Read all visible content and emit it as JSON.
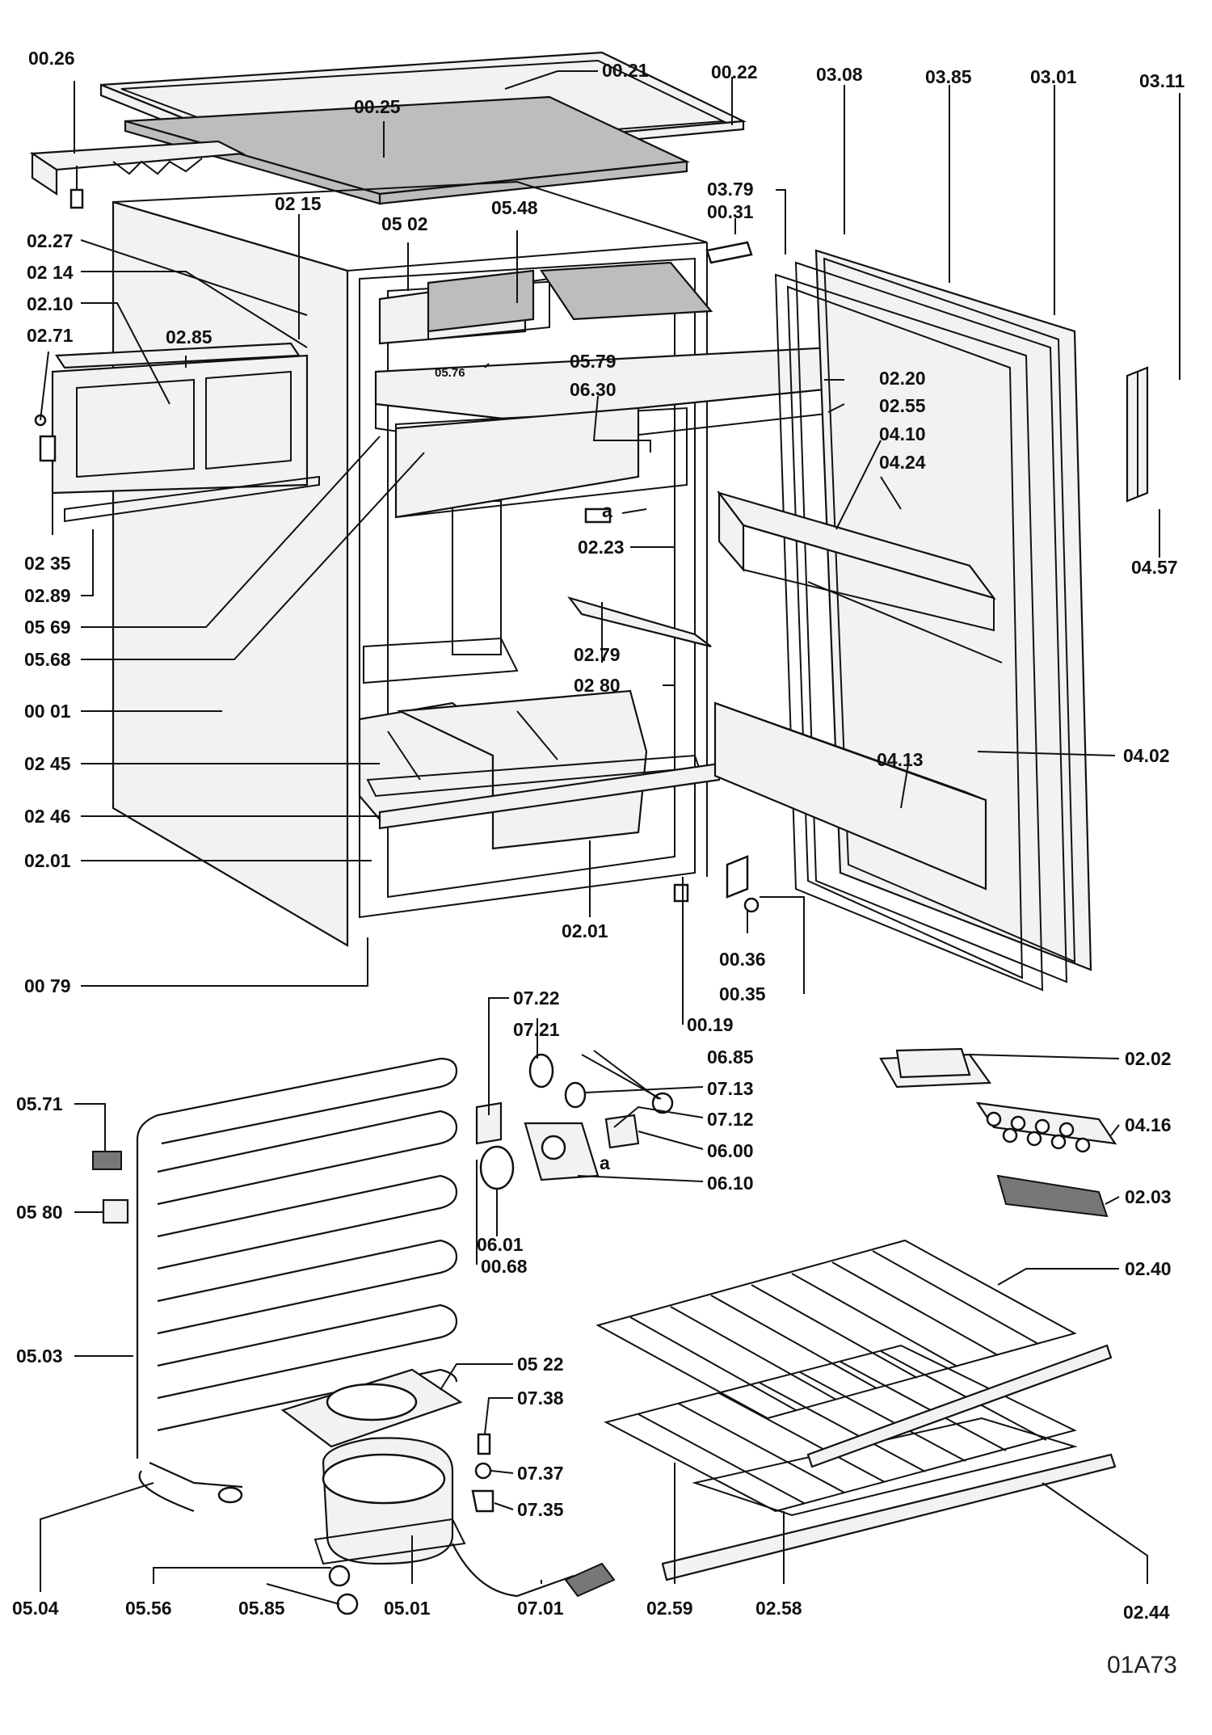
{
  "diagram": {
    "code": "01A73",
    "labels": [
      "00.26",
      "00.21",
      "00.22",
      "03.08",
      "03.85",
      "03.01",
      "03.11",
      "00.25",
      "03.79",
      "00.31",
      "02 15",
      "05 02",
      "05.48",
      "02.27",
      "02 14",
      "02.10",
      "02.71",
      "02.85",
      "05.76",
      "05.79",
      "06.30",
      "02.20",
      "02.55",
      "04.10",
      "04.24",
      "04.57",
      "02 35",
      "02.89",
      "05 69",
      "05.68",
      "a",
      "02.23",
      "02.79",
      "02 80",
      "00 01",
      "04.13",
      "04.02",
      "02 45",
      "02 46",
      "02.01",
      "02.01",
      "00.36",
      "00.35",
      "00 79",
      "00.19",
      "07.22",
      "07.21",
      "06.85",
      "07.13",
      "07.12",
      "06.00",
      "06.10",
      "06.01",
      "00.68",
      "a",
      "02.02",
      "04.16",
      "02.03",
      "05.71",
      "05 80",
      "02.40",
      "05.03",
      "05 22",
      "07.38",
      "07.37",
      "07.35",
      "05.04",
      "05.56",
      "05.85",
      "05.01",
      "07.01",
      "02.59",
      "02.58",
      "02.44"
    ]
  }
}
